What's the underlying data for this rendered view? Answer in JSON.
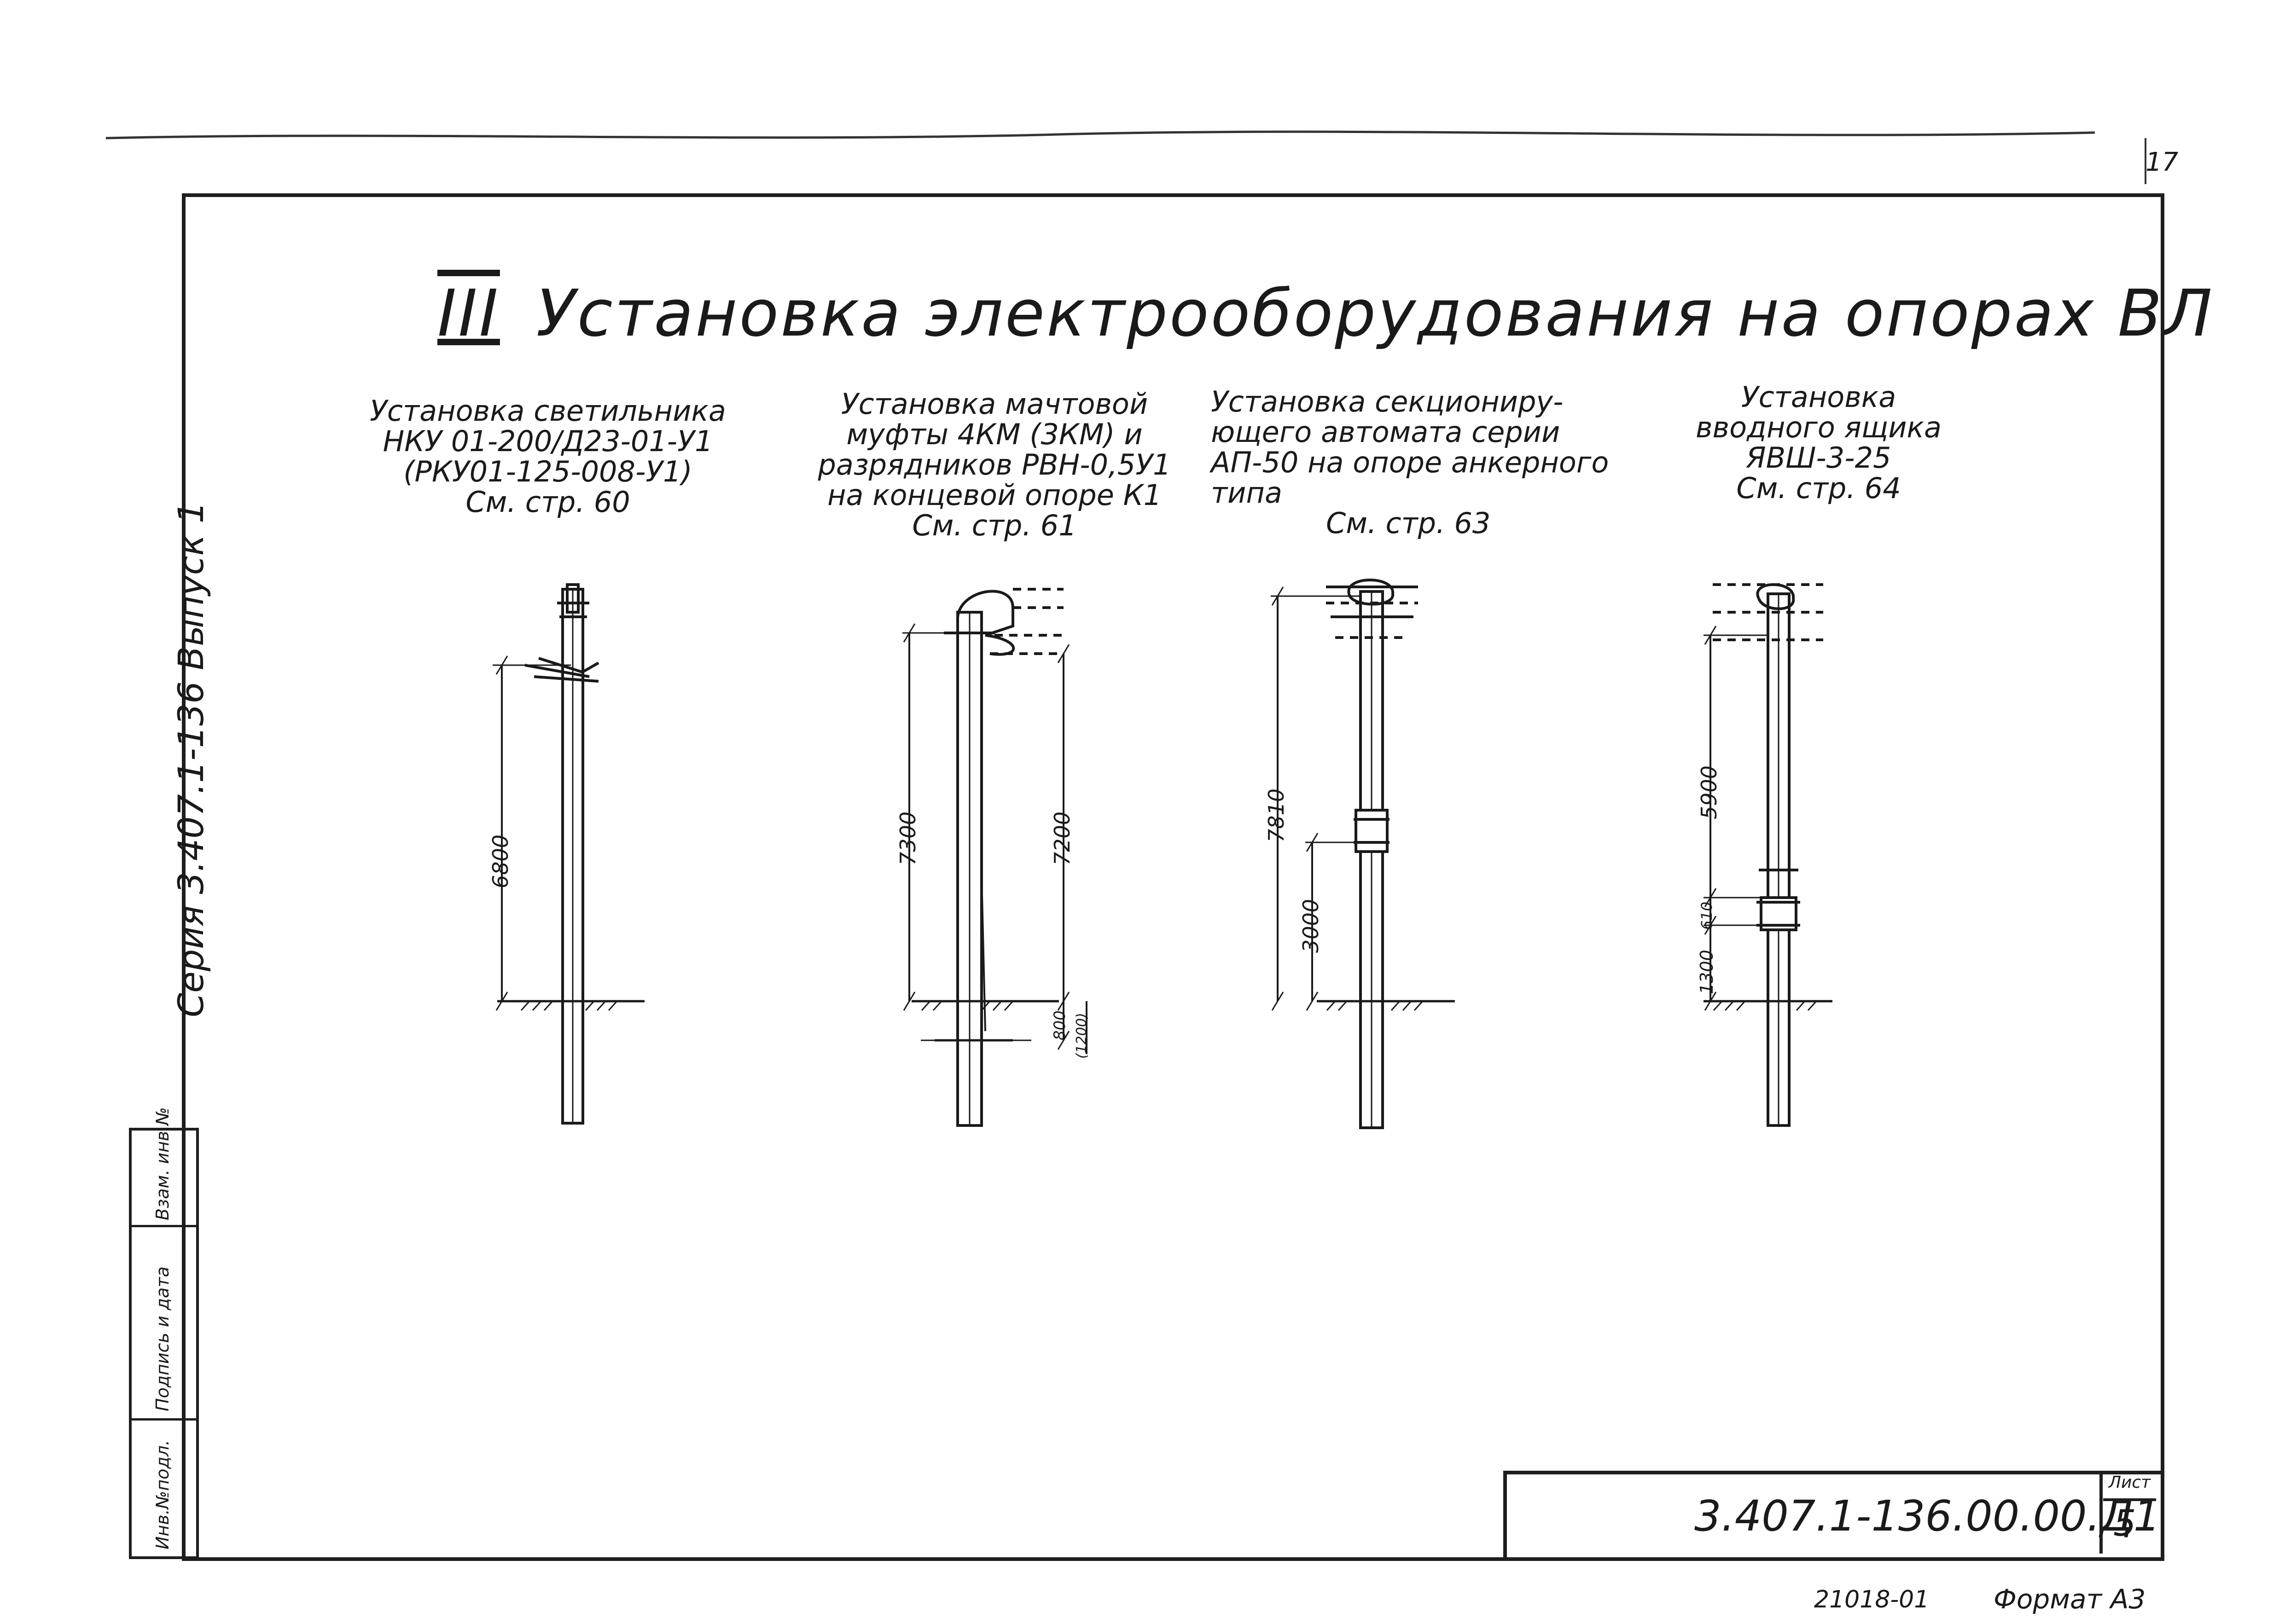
{
  "title": {
    "roman": "III",
    "text": "Установка электрооборудования на опорах ВЛ"
  },
  "sections": [
    {
      "lines": [
        "Установка светильника",
        "НКУ 01-200/Д23-01-У1",
        "(РКУ01-125-008-У1)",
        "См. стр. 60"
      ],
      "dims": [
        "6800"
      ]
    },
    {
      "lines": [
        "Установка мачтовой",
        "муфты 4КМ (3КМ) и",
        "разрядников РВН-0,5У1",
        "на концевой опоре К1",
        "См. стр. 61"
      ],
      "dims": [
        "7300",
        "7200",
        "800",
        "(1200)"
      ]
    },
    {
      "lines": [
        "Установка секциониру-",
        "ющего автомата серии",
        "АП-50 на опоре анкерного",
        "типа",
        "См. стр. 63"
      ],
      "dims": [
        "7810",
        "3000"
      ]
    },
    {
      "lines": [
        "Установка",
        "вводного ящика",
        "ЯВШ-3-25",
        "См. стр. 64"
      ],
      "dims": [
        "5900",
        "610",
        "1300"
      ]
    }
  ],
  "side_label": "Серия 3.407.1-136 Выпуск 1",
  "stamp": {
    "inv_podl": "Инв.№подл.",
    "podpis": "Подпись и дата",
    "vzam": "Взам. инв.№"
  },
  "title_block": {
    "doc_number": "3.407.1-136.00.00.Д1",
    "sheet_label": "Лист",
    "sheet_number": "5"
  },
  "footer": {
    "code": "21018-01",
    "format": "Формат А3"
  },
  "corner_mark": "17"
}
